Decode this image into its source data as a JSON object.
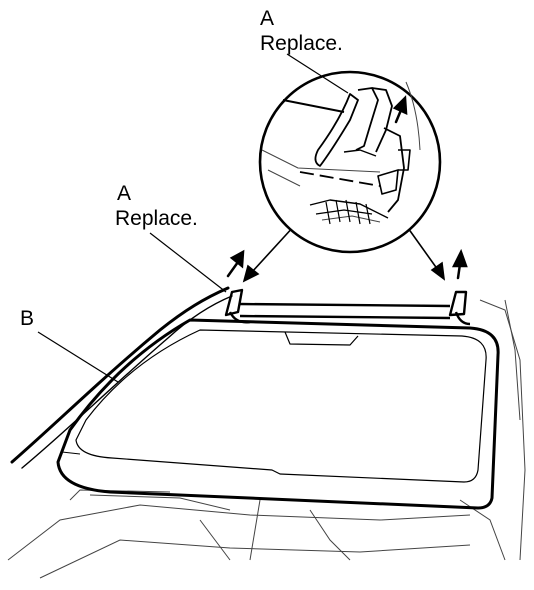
{
  "labels": {
    "callout_a_top": {
      "letter": "A",
      "text": "Replace."
    },
    "callout_a_left": {
      "letter": "A",
      "text": "Replace."
    },
    "callout_b": {
      "letter": "B"
    }
  },
  "colors": {
    "ink": "#000000",
    "faint": "#555555",
    "background": "#ffffff"
  }
}
